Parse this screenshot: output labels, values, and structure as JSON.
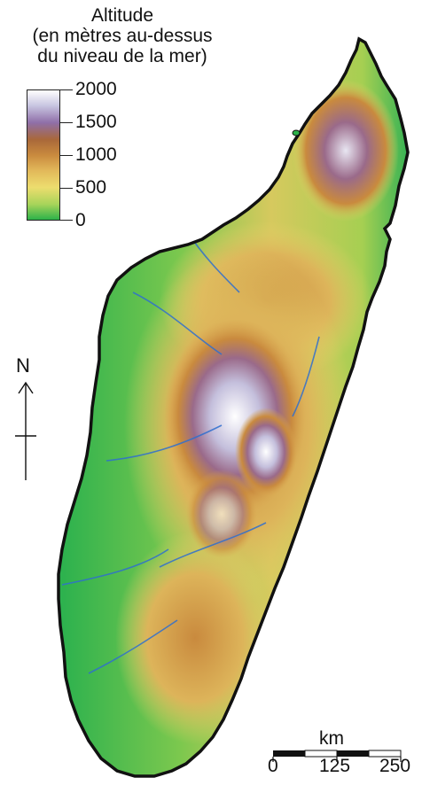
{
  "legend": {
    "title_lines": [
      "Altitude",
      "(en mètres au-dessus",
      "du niveau de la mer)"
    ],
    "ticks": [
      "2000",
      "1500",
      "1000",
      "500",
      "0"
    ],
    "colors": [
      "#ffffff",
      "#8f6fa8",
      "#c98a3e",
      "#e6d36a",
      "#2cb24a"
    ]
  },
  "north": {
    "label": "N"
  },
  "scale": {
    "unit": "km",
    "labels": [
      "0",
      "125",
      "250"
    ]
  },
  "map": {
    "subject": "Madagascar relief map",
    "water_color": "#2f6fcf",
    "outline_color": "#111111"
  }
}
